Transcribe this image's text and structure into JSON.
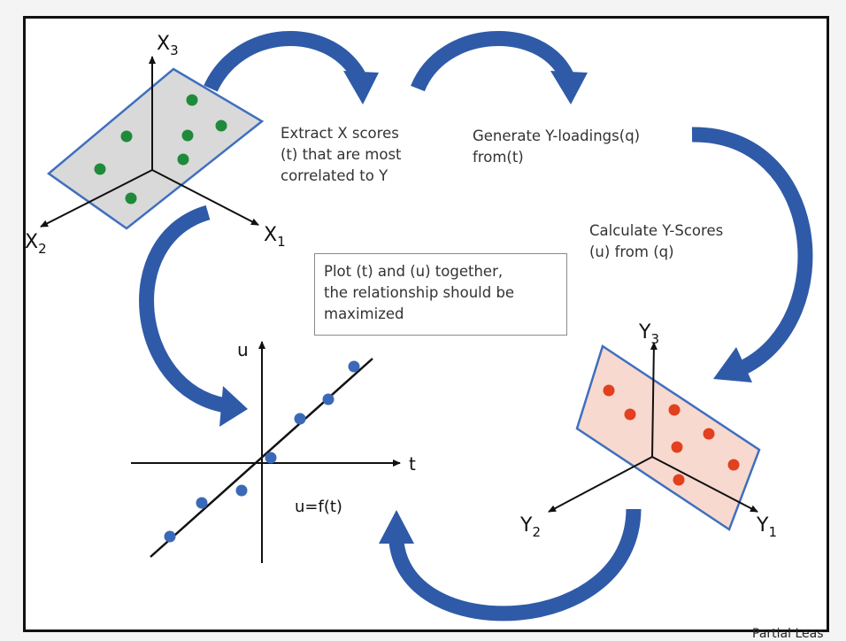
{
  "steps": {
    "extract": [
      "Extract X scores",
      "(t) that are most",
      "correlated to Y"
    ],
    "generate": [
      "Generate Y-loadings(q)",
      "from(t)"
    ],
    "calculate": [
      "Calculate Y-Scores",
      "(u) from (q)"
    ],
    "plot": [
      "Plot (t) and (u) together,",
      "the relationship should be",
      "maximized"
    ]
  },
  "x_space": {
    "axis1": "X",
    "axis1_sub": "1",
    "axis2": "X",
    "axis2_sub": "2",
    "axis3": "X",
    "axis3_sub": "3"
  },
  "y_space": {
    "axis1": "Y",
    "axis1_sub": "1",
    "axis2": "Y",
    "axis2_sub": "2",
    "axis3": "Y",
    "axis3_sub": "3"
  },
  "score_plot": {
    "xlabel": "t",
    "ylabel": "u",
    "equation": "u=f(t)"
  },
  "footer": "Partial Leas",
  "colors": {
    "arrow": "#2f5aa8",
    "x_plane_fill": "#d9d9d9",
    "y_plane_fill": "#f8d9cf",
    "plane_border": "#3f6fbf",
    "x_points": "#1f8a3a",
    "y_points": "#e2401f",
    "uv_points": "#3b69b8"
  }
}
